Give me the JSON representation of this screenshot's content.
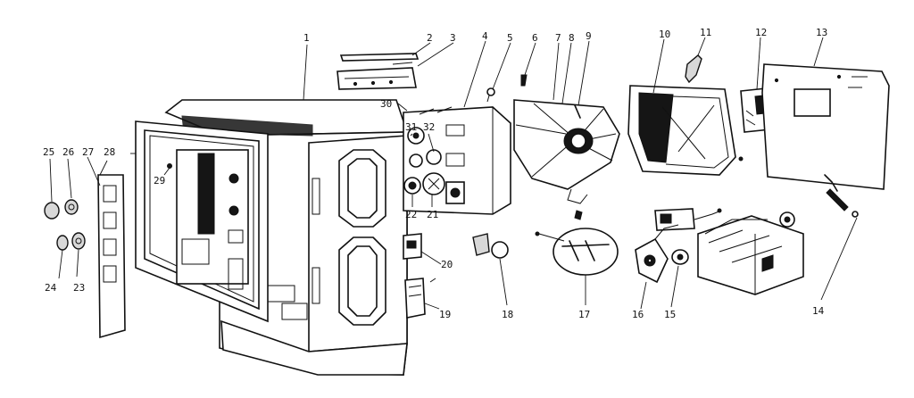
{
  "diagram": {
    "callouts": [
      {
        "id": "callout-1",
        "text": "1"
      },
      {
        "id": "callout-2",
        "text": "2"
      },
      {
        "id": "callout-3",
        "text": "3"
      },
      {
        "id": "callout-4",
        "text": "4"
      },
      {
        "id": "callout-5",
        "text": "5"
      },
      {
        "id": "callout-6",
        "text": "6"
      },
      {
        "id": "callout-7",
        "text": "7"
      },
      {
        "id": "callout-8",
        "text": "8"
      },
      {
        "id": "callout-9",
        "text": "9"
      },
      {
        "id": "callout-10",
        "text": "10"
      },
      {
        "id": "callout-11",
        "text": "11"
      },
      {
        "id": "callout-12",
        "text": "12"
      },
      {
        "id": "callout-13",
        "text": "13"
      },
      {
        "id": "callout-14",
        "text": "14"
      },
      {
        "id": "callout-15",
        "text": "15"
      },
      {
        "id": "callout-16",
        "text": "16"
      },
      {
        "id": "callout-17",
        "text": "17"
      },
      {
        "id": "callout-18",
        "text": "18"
      },
      {
        "id": "callout-19",
        "text": "19"
      },
      {
        "id": "callout-20",
        "text": "20"
      },
      {
        "id": "callout-21",
        "text": "21"
      },
      {
        "id": "callout-22",
        "text": "22"
      },
      {
        "id": "callout-23",
        "text": "23"
      },
      {
        "id": "callout-24",
        "text": "24"
      },
      {
        "id": "callout-25",
        "text": "25"
      },
      {
        "id": "callout-26",
        "text": "26"
      },
      {
        "id": "callout-27",
        "text": "27"
      },
      {
        "id": "callout-28",
        "text": "28"
      },
      {
        "id": "callout-29",
        "text": "29"
      },
      {
        "id": "callout-30",
        "text": "30"
      },
      {
        "id": "callout-31",
        "text": "31"
      },
      {
        "id": "callout-32",
        "text": "32"
      }
    ]
  }
}
